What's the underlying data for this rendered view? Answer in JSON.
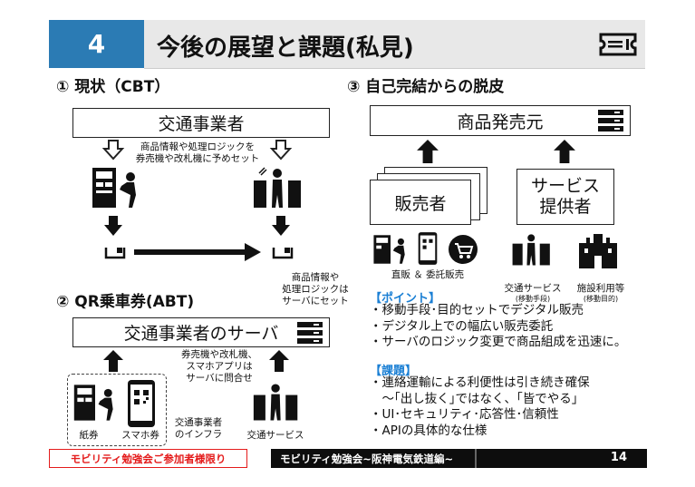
{
  "header": {
    "number": "4",
    "title": "今後の展望と課題(私見)",
    "colors": {
      "number_bg": "#2b7bb4",
      "title_bg": "#e8e8e8",
      "accent_blue": "#1a7fd4",
      "footer_red": "#e41b1b"
    }
  },
  "section1": {
    "heading": "① 現状（CBT）",
    "operator_box": "交通事業者",
    "preset_note": "商品情報や処理ロジックを\n券売機や改札機に予めセット"
  },
  "section2": {
    "heading": "② QR乗車券(ABT)",
    "server_note": "商品情報や\n処理ロジックは\nサーバにセット",
    "server_box": "交通事業者のサーバ",
    "query_note": "券売機や改札機、\nスマホアプリは\nサーバに問合せ",
    "infra_note": "交通事業者\nのインフラ",
    "paper_label": "紙券",
    "phone_label": "スマホ券",
    "service_label": "交通サービス"
  },
  "section3": {
    "heading": "③ 自己完結からの脱皮",
    "issuer_box": "商品発売元",
    "seller_box": "販売者",
    "provider_box": "サービス\n提供者",
    "sales_label": "直販 ＆ 委託販売",
    "transport_label": "交通サービス",
    "transport_sub": "(移動手段)",
    "facility_label": "施設利用等",
    "facility_sub": "(移動目的)",
    "point_title": "【ポイント】",
    "points": [
      "・移動手段･目的セットでデジタル販売",
      "・デジタル上での幅広い販売委託",
      "・サーバのロジック変更で商品組成を迅速に。"
    ],
    "issue_title": "【課題】",
    "issues": [
      "・連絡運輸による利便性は引き続き確保",
      "　～｢出し抜く｣ではなく、｢皆でやる｣",
      "・UI･セキュリティ･応答性･信頼性",
      "・APIの具体的な仕様"
    ]
  },
  "footer": {
    "left": "モビリティ勉強会ご参加者様限り",
    "center": "モビリティ勉強会~阪神電気鉄道編~",
    "page": "14"
  }
}
